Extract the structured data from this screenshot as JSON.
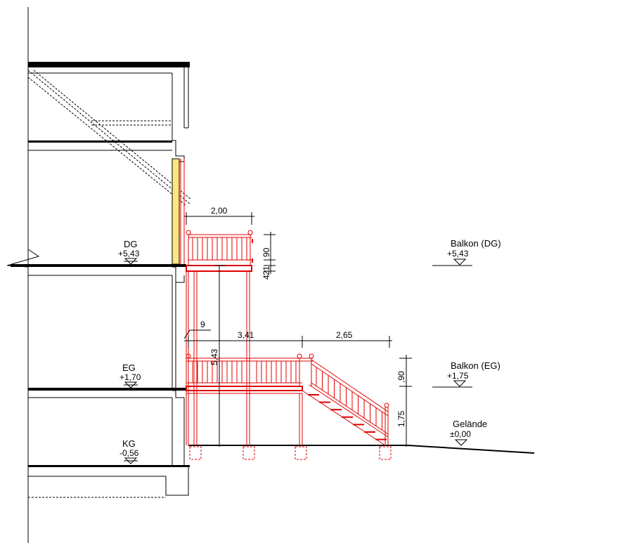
{
  "levels": {
    "dg": {
      "name": "DG",
      "value": "+5,43"
    },
    "eg": {
      "name": "EG",
      "value": "+1,70"
    },
    "kg": {
      "name": "KG",
      "value": "-0,56"
    },
    "balkon_dg": {
      "name": "Balkon (DG)",
      "value": "+5,43"
    },
    "balkon_eg": {
      "name": "Balkon (EG)",
      "value": "+1,75"
    },
    "gelaende": {
      "name": "Gelände",
      "value": "±0,00"
    }
  },
  "dimensions": {
    "balcony_depth_dg": "2,00",
    "railing_height_dg": "90",
    "slab_dg": "21",
    "slab_dg_b": "4",
    "offset": "9",
    "balcony_depth_eg": "3,41",
    "stair_run": "2,65",
    "total_height": "5,43",
    "railing_height_eg": ",90",
    "eg_height": "1,75"
  },
  "colors": {
    "new_construction": "#e00000",
    "insulation": "#ffe680",
    "existing": "#000000"
  }
}
